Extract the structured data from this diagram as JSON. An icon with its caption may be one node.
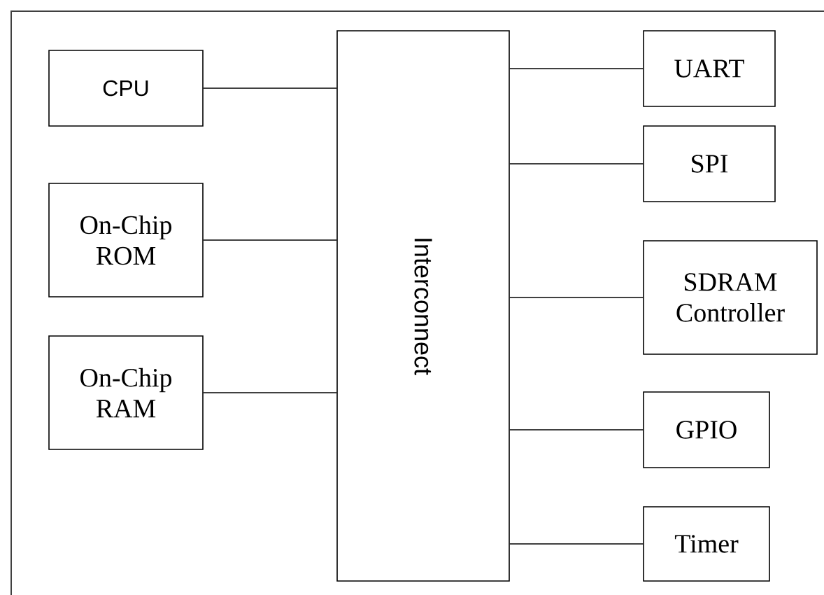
{
  "diagram": {
    "nodes": [
      {
        "text": [
          "CPU"
        ]
      },
      {
        "text": [
          "On-Chip ROM"
        ]
      },
      {
        "text": [
          "On-Chip RAM"
        ]
      },
      {
        "text": [
          "Interconnect"
        ]
      },
      {
        "text": [
          "UART"
        ]
      },
      {
        "text": [
          "SPI"
        ]
      },
      {
        "text": [
          "SDRAM Controller"
        ]
      },
      {
        "text": [
          "GPIO"
        ]
      },
      {
        "text": [
          "Timer"
        ]
      }
    ],
    "edges": [
      {
        "from": 0,
        "to": 3,
        "arrow": "none"
      },
      {
        "from": 1,
        "to": 3,
        "arrow": "none"
      },
      {
        "from": 2,
        "to": 3,
        "arrow": "none"
      },
      {
        "from": 3,
        "to": 4,
        "arrow": "none"
      },
      {
        "from": 3,
        "to": 5,
        "arrow": "none"
      },
      {
        "from": 3,
        "to": 6,
        "arrow": "none"
      },
      {
        "from": 3,
        "to": 7,
        "arrow": "none"
      },
      {
        "from": 3,
        "to": 8,
        "arrow": "none"
      }
    ]
  }
}
